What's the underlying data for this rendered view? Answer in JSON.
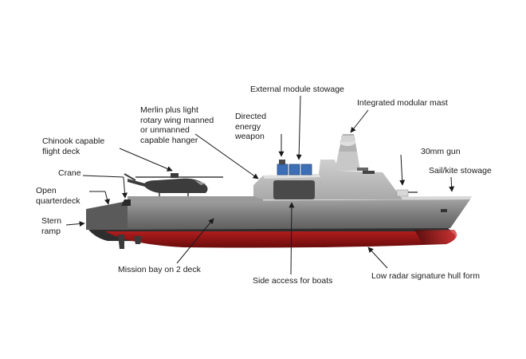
{
  "diagram": {
    "labels": {
      "external_module_stowage": "External module stowage",
      "integrated_modular_mast": "Integrated modular mast",
      "merlin_hanger": "Merlin plus light\nrotary wing manned\nor unmanned\ncapable hanger",
      "directed_energy_weapon": "Directed\nenergy\nweapon",
      "chinook_flight_deck": "Chinook capable\nflight deck",
      "gun_30mm": "30mm gun",
      "crane": "Crane",
      "sail_kite_stowage": "Sail/kite stowage",
      "open_quarterdeck": "Open\nquarterdeck",
      "stern_ramp": "Stern\nramp",
      "mission_bay": "Mission bay on 2 deck",
      "side_access_boats": "Side access for boats",
      "low_radar_hull": "Low radar signature hull form"
    },
    "colors": {
      "hull_upper": "#8a8a8a",
      "hull_dark": "#2b2b2b",
      "hull_red": "#8e1414",
      "superstructure": "#b8b8b8",
      "module_blue": "#3d6fb6",
      "leader_line": "#1a1a1a"
    }
  }
}
